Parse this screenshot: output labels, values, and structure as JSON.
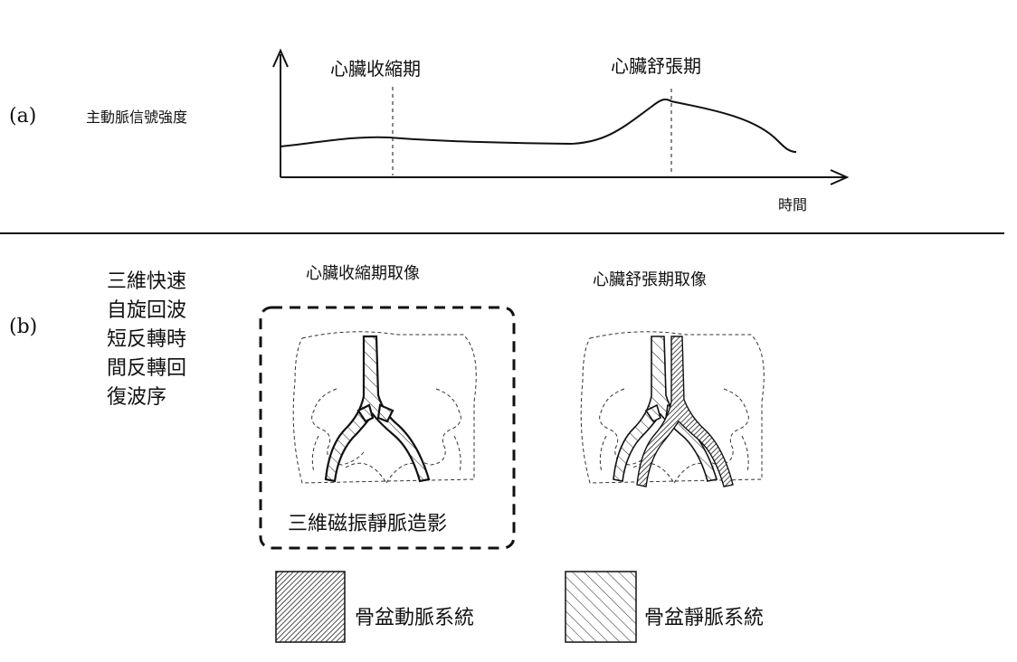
{
  "panel_a": {
    "label": "(a)",
    "y_axis_label": "主動脈信號強度",
    "x_axis_label": "時間",
    "phase_systole": "心臟收縮期",
    "phase_diastole": "心臟舒張期"
  },
  "panel_b": {
    "label": "(b)",
    "sequence_lines": [
      "三維快速",
      "自旋回波",
      "短反轉時",
      "間反轉回",
      "復波序"
    ],
    "systole_image_title": "心臟收縮期取像",
    "diastole_image_title": "心臟舒張期取像",
    "venography_caption": "三維磁振靜脈造影"
  },
  "legend": {
    "arterial_label": "骨盆動脈系統",
    "venous_label": "骨盆靜脈系統"
  }
}
